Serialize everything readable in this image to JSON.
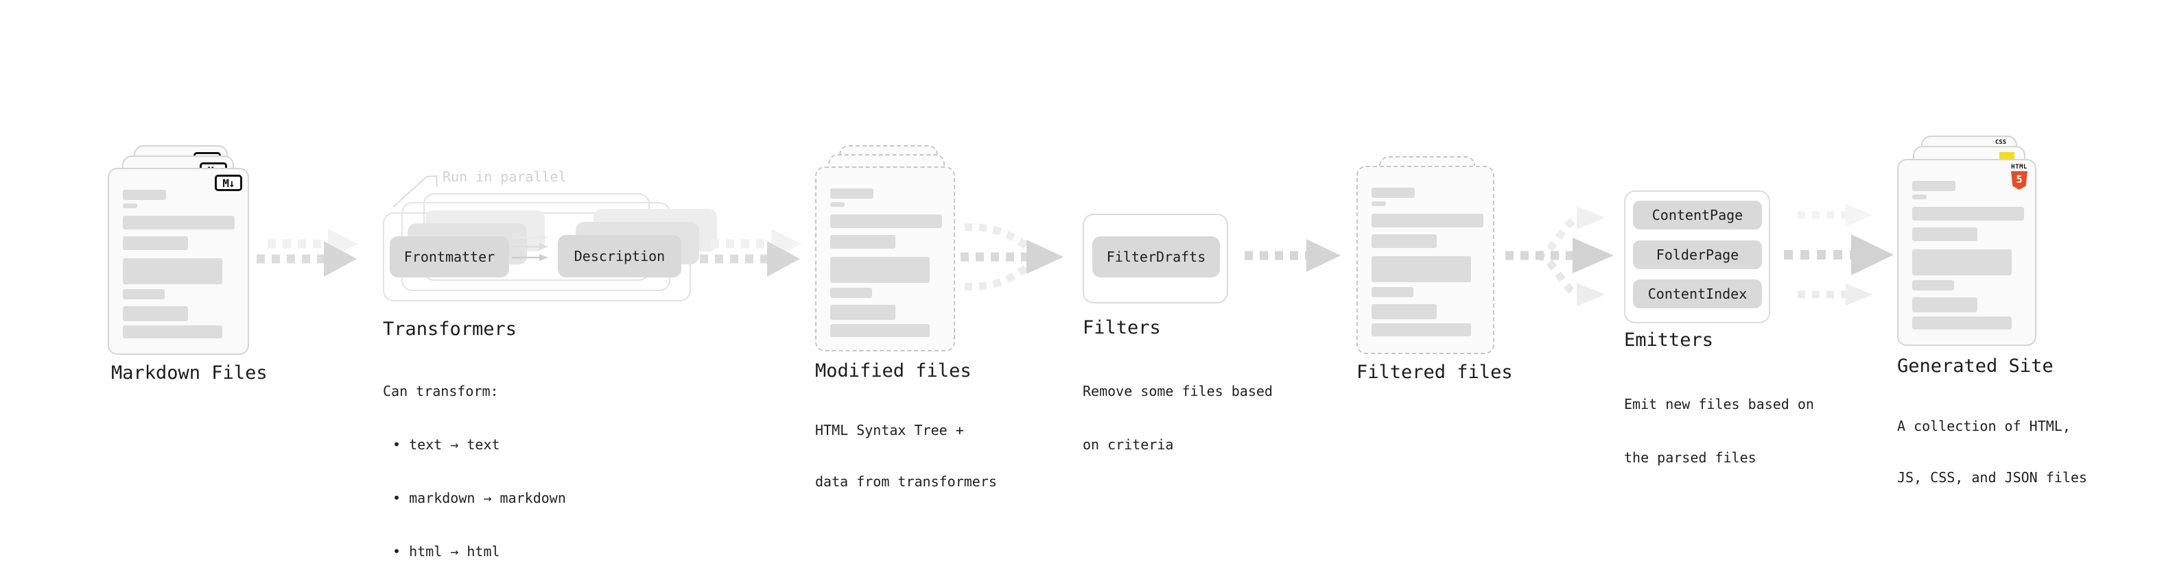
{
  "stages": {
    "markdown_files": {
      "label": "Markdown Files",
      "file_badge": "M↓"
    },
    "transformers": {
      "label": "Transformers",
      "annotation": "Run in parallel",
      "buttons": [
        "Frontmatter",
        "Description"
      ],
      "description_lines": [
        "Can transform:",
        "• text → text",
        "• markdown → markdown",
        "• html → html"
      ]
    },
    "modified_files": {
      "label": "Modified files",
      "description_lines": [
        "HTML Syntax Tree +",
        "data from transformers"
      ]
    },
    "filters": {
      "label": "Filters",
      "buttons": [
        "FilterDrafts"
      ],
      "description_lines": [
        "Remove some files based",
        "on criteria"
      ]
    },
    "filtered_files": {
      "label": "Filtered files"
    },
    "emitters": {
      "label": "Emitters",
      "buttons": [
        "ContentPage",
        "FolderPage",
        "ContentIndex"
      ],
      "description_lines": [
        "Emit new files based on",
        "the parsed files"
      ]
    },
    "generated_site": {
      "label": "Generated Site",
      "badges": {
        "css_label": "CSS",
        "html_label": "HTML",
        "html5_number": "5"
      },
      "description_lines": [
        "A collection of HTML,",
        "JS, CSS, and JSON files"
      ]
    }
  },
  "colors": {
    "html5_orange": "#e44d26",
    "js_yellow": "#f5de19",
    "css_blue": "#2965f1",
    "text": "#1d1d1d",
    "muted_annotation": "#d2d2d2",
    "arrow_gray": "#d4d4d4",
    "placeholder_bar": "#dcdcdc"
  }
}
